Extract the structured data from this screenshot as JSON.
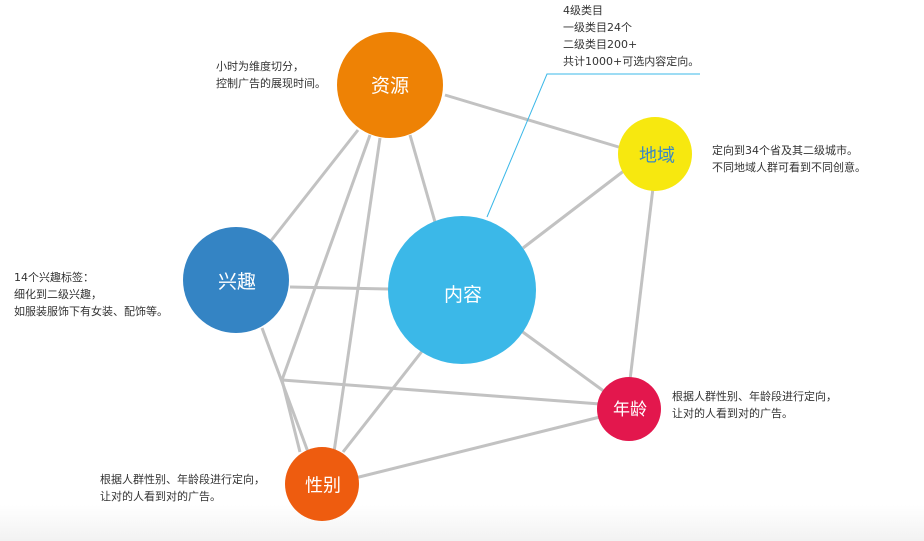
{
  "nodes": {
    "content": {
      "label": "内容",
      "color": "#3bb8e8"
    },
    "resource": {
      "label": "资源",
      "color": "#ee8205"
    },
    "region": {
      "label": "地域",
      "color": "#f7e80f",
      "text_color": "#3a88c4"
    },
    "interest": {
      "label": "兴趣",
      "color": "#3484c4"
    },
    "age": {
      "label": "年龄",
      "color": "#e3174d"
    },
    "gender": {
      "label": "性别",
      "color": "#ee5c0f"
    }
  },
  "notes": {
    "content": [
      "4级类目",
      "一级类目24个",
      "二级类目200+",
      "共计1000+可选内容定向。"
    ],
    "resource": [
      "小时为维度切分，",
      "控制广告的展现时间。"
    ],
    "region": [
      "定向到34个省及其二级城市。",
      "不同地域人群可看到不同创意。"
    ],
    "interest": [
      "14个兴趣标签：",
      "细化到二级兴趣，",
      "如服装服饰下有女装、配饰等。"
    ],
    "age": [
      "根据人群性别、年龄段进行定向，",
      "让对的人看到对的广告。"
    ],
    "gender": [
      "根据人群性别、年龄段进行定向，",
      "让对的人看到对的广告。"
    ]
  },
  "colors": {
    "edge": "#c2c2c2",
    "callout": "#3bb8e8",
    "text": "#333333"
  }
}
